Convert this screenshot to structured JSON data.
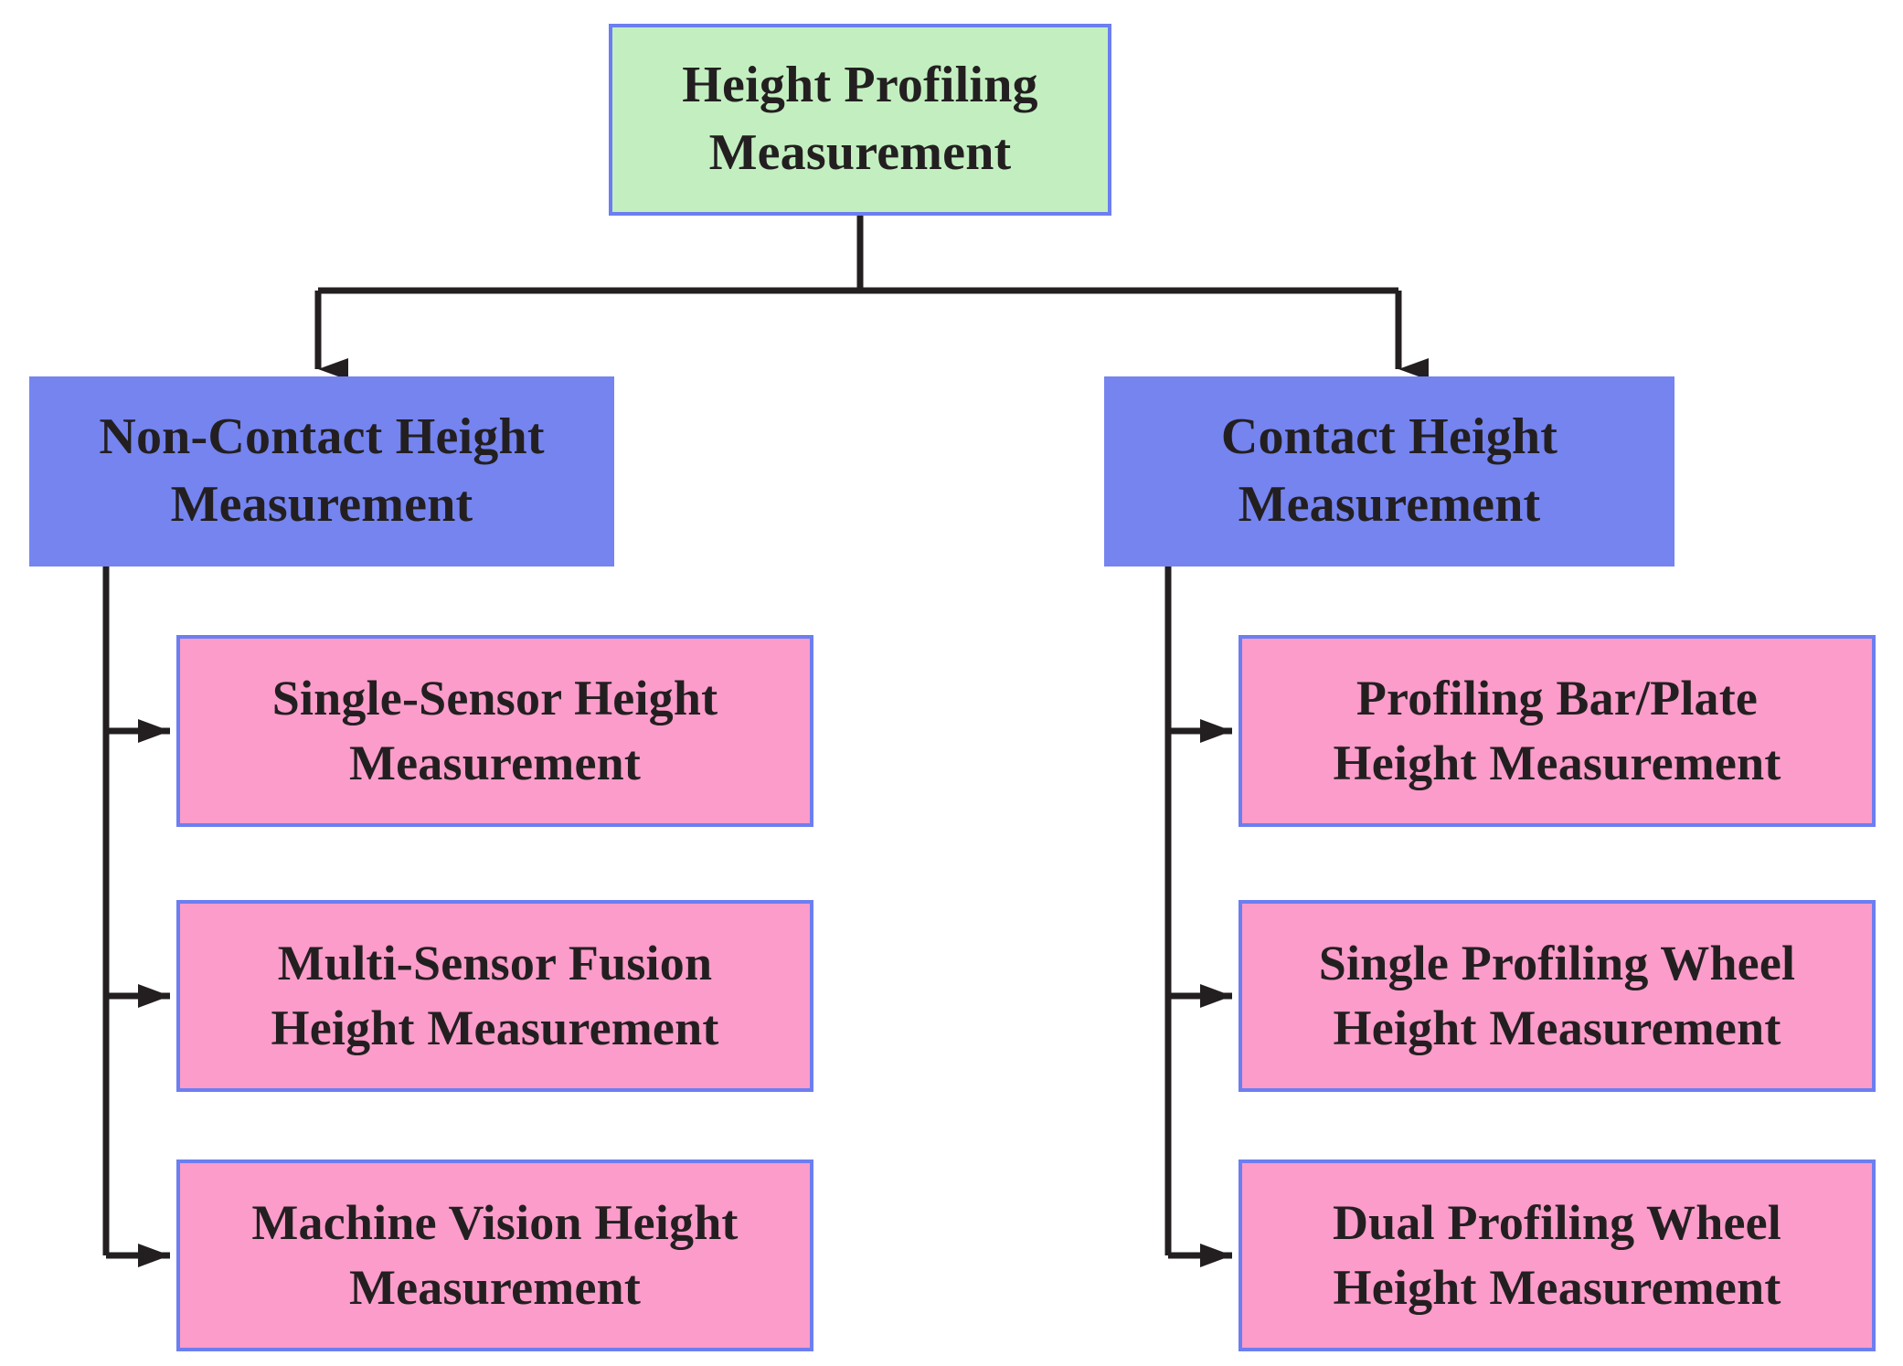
{
  "diagram": {
    "title_present": false,
    "colors": {
      "root_fill": "#C3EFC0",
      "branch_fill": "#7584EF",
      "leaf_fill": "#FB9CCA",
      "box_border": "#6C7EF0",
      "connector": "#231F20",
      "text": "#231F20",
      "background": "#FFFFFF"
    },
    "root": {
      "label": "Height Profiling\nMeasurement"
    },
    "branches": [
      {
        "id": "non-contact",
        "label": "Non-Contact Height\nMeasurement",
        "children": [
          {
            "id": "single-sensor",
            "label": "Single-Sensor Height\nMeasurement"
          },
          {
            "id": "multi-sensor-fusion",
            "label": "Multi-Sensor Fusion\nHeight Measurement"
          },
          {
            "id": "machine-vision",
            "label": "Machine Vision Height\nMeasurement"
          }
        ]
      },
      {
        "id": "contact",
        "label": "Contact Height\nMeasurement",
        "children": [
          {
            "id": "profiling-bar-plate",
            "label": "Profiling Bar/Plate\nHeight Measurement"
          },
          {
            "id": "single-profiling-wheel",
            "label": "Single Profiling Wheel\nHeight Measurement"
          },
          {
            "id": "dual-profiling-wheel",
            "label": "Dual Profiling Wheel\nHeight Measurement"
          }
        ]
      }
    ]
  }
}
